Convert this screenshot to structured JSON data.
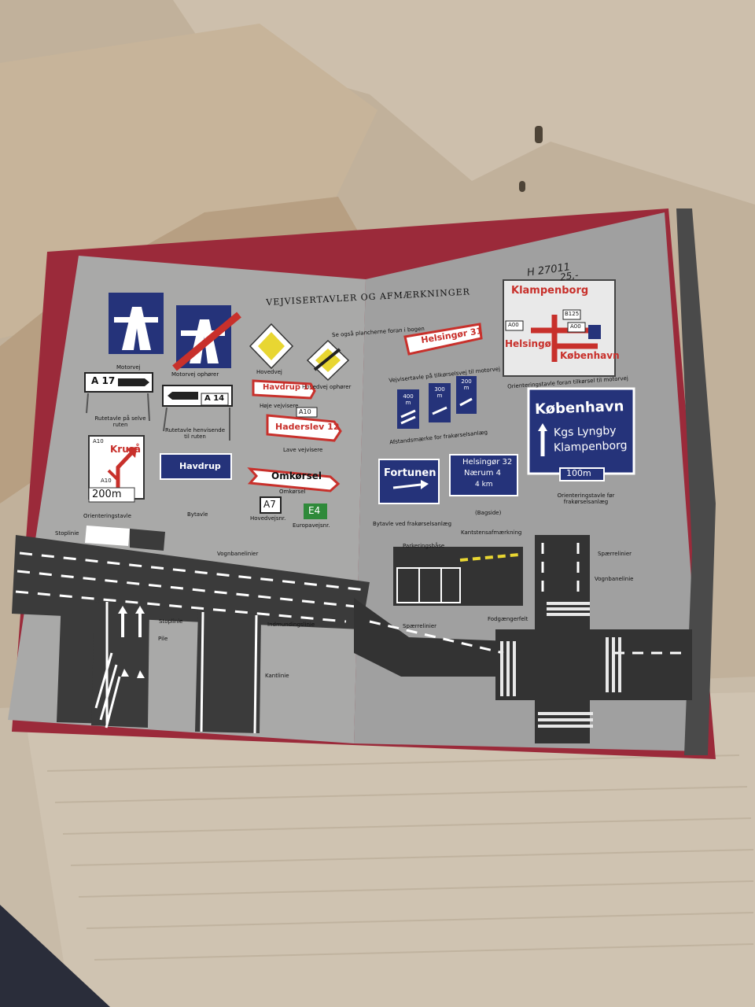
{
  "book": {
    "heading": "VEJVISERTAVLER OG AFMÆRKNINGER",
    "subheading": "Se også plancherne foran i bogen",
    "handwritten_note_1": "H 27011",
    "handwritten_note_2": "25,-"
  },
  "left_page": {
    "signs": [
      {
        "caption": "Motorvej"
      },
      {
        "caption": "Motorvej ophører"
      },
      {
        "caption": "Hovedvej"
      },
      {
        "caption": "Hovedvej ophører"
      }
    ],
    "route_sign_1_text": "A 17",
    "route_sign_1_caption": "Rutetavle på selve ruten",
    "route_sign_2_text": "A 14",
    "route_sign_2_caption": "Rutetavle henvisende til ruten",
    "high_sign_text": "Havdrup 11",
    "high_sign_caption": "Høje vejvisere",
    "low_sign_route": "A10",
    "low_sign_text": "Haderslev 12",
    "low_sign_caption": "Lave vejvisere",
    "orient_sign_text": "Kruså",
    "orient_sign_route_top": "A10",
    "orient_sign_route_bottom": "A10",
    "orient_sign_distance": "200m",
    "orient_sign_caption": "Orienteringstavle",
    "town_sign_text": "Havdrup",
    "town_sign_caption": "Bytavle",
    "detour_sign_text": "Omkørsel",
    "detour_sign_caption": "Omkørsel",
    "main_road_no": "A7",
    "main_road_no_caption": "Hovedvejsnr.",
    "euro_road_no": "E4",
    "euro_road_no_caption": "Europavejsnr.",
    "road_labels": [
      "Stoplinie",
      "Vognbanelinier",
      "Stoplinie",
      "Indmundingslinie",
      "Pile",
      "Kantlinie"
    ]
  },
  "right_page": {
    "sign_helsingor_text": "Helsingør 31",
    "sign_helsingor_caption": "Vejvisertavle på tilkørselsvej til motorvej",
    "distance_markers": [
      "400 m",
      "300 m",
      "200 m"
    ],
    "distance_caption": "Afstandsmærke for frakørselsanlæg",
    "diagram_sign": {
      "top": "Klampenborg",
      "left": "Helsingør",
      "right": "København",
      "route_left": "A00",
      "route_right": "A00",
      "route_top": "B125",
      "caption": "Orienteringstavle foran tilkørsel til motorvej"
    },
    "fortunen_text": "Fortunen",
    "fortunen_caption": "Bytavle ved frakørselsanlæg",
    "back_sign": {
      "line1": "Helsingør 32",
      "line2": "Nærum 4",
      "line3": "4 km",
      "caption": "(Bagside)"
    },
    "big_sign": {
      "line1": "København",
      "line2": "Kgs Lyngby",
      "line3": "Klampenborg",
      "distance": "100m",
      "caption": "Orienteringstavle før frakørselsanlæg"
    },
    "road_labels": [
      "Parkeringsbåse",
      "Kantstensafmærkning",
      "Spærrelinier",
      "Vognbanelinie",
      "Spærrelinier",
      "Fodgængerfelt"
    ]
  },
  "colors": {
    "cardboard": "#bfae96",
    "page_grey": "#a9a9a8",
    "road_dark": "#3b3b3b",
    "sign_blue": "#25337a",
    "sign_red": "#c8302b",
    "cover_red": "#9b2a3a"
  }
}
